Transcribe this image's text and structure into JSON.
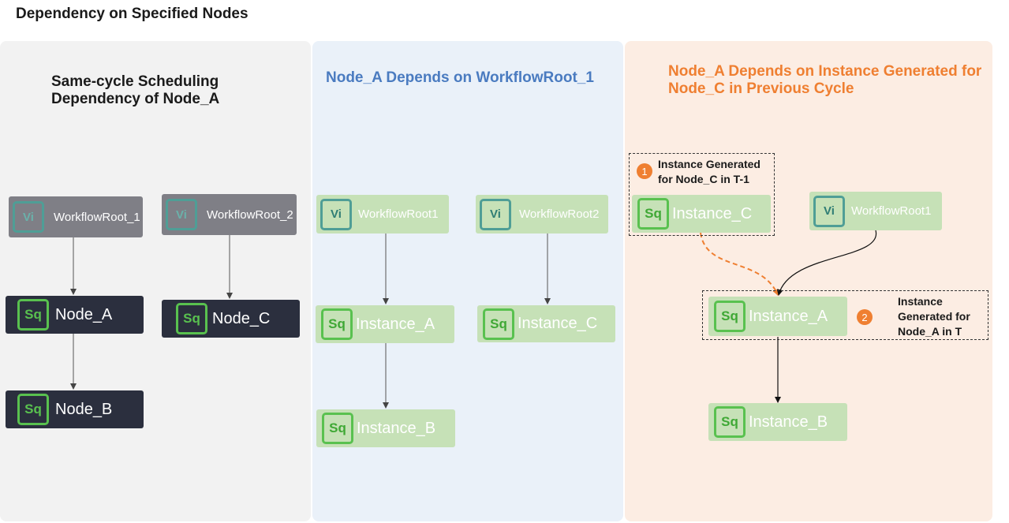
{
  "page_title": "Dependency on Specified Nodes",
  "panel_1": {
    "heading": "Same-cycle Scheduling Dependency of Node_A",
    "workflow_root_1": {
      "badge": "Vi",
      "label": "WorkflowRoot_1"
    },
    "workflow_root_2": {
      "badge": "Vi",
      "label": "WorkflowRoot_2"
    },
    "node_a": {
      "badge": "Sq",
      "label": "Node_A"
    },
    "node_c": {
      "badge": "Sq",
      "label": "Node_C"
    },
    "node_b": {
      "badge": "Sq",
      "label": "Node_B"
    }
  },
  "panel_2": {
    "heading": "Node_A Depends on WorkflowRoot_1",
    "workflow_root_1": {
      "badge": "Vi",
      "label": "WorkflowRoot1"
    },
    "workflow_root_2": {
      "badge": "Vi",
      "label": "WorkflowRoot2"
    },
    "instance_a": {
      "badge": "Sq",
      "label": "Instance_A"
    },
    "instance_c": {
      "badge": "Sq",
      "label": "Instance_C"
    },
    "instance_b": {
      "badge": "Sq",
      "label": "Instance_B"
    }
  },
  "panel_3": {
    "heading": "Node_A Depends on Instance Generated for Node_C in Previous Cycle",
    "instance_c": {
      "badge": "Sq",
      "label": "Instance_C"
    },
    "workflow_root_1": {
      "badge": "Vi",
      "label": "WorkflowRoot1"
    },
    "instance_a": {
      "badge": "Sq",
      "label": "Instance_A"
    },
    "instance_b": {
      "badge": "Sq",
      "label": "Instance_B"
    },
    "note_1": {
      "number": "1",
      "text": "Instance Generated for Node_C in T-1"
    },
    "note_2": {
      "number": "2",
      "text": "Instance Generated for Node_A in T"
    }
  },
  "colors": {
    "orange_accent": "#ef7f31",
    "blue_heading": "#4a7bc0",
    "dark_node": "#2b2f3e",
    "gray_node": "#7f7f86",
    "green_node": "#c6e1b7",
    "sq_border": "#59c14f",
    "vi_border": "#4f9e96"
  }
}
